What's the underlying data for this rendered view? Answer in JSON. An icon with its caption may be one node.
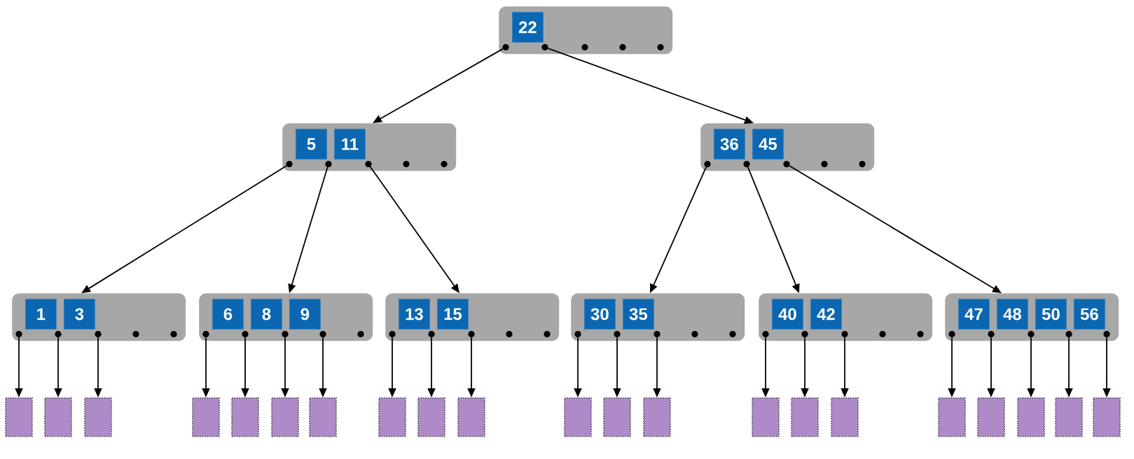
{
  "diagram": {
    "nodes": [
      {
        "text": [],
        "shape": "box"
      },
      {
        "text": [
          "22"
        ],
        "in": 0
      },
      {
        "text": [],
        "shape": "circle",
        "in": 0
      },
      {
        "text": [],
        "shape": "circle",
        "in": 0
      },
      {
        "text": [],
        "shape": "circle",
        "in": 0
      },
      {
        "text": [],
        "shape": "circle",
        "in": 0
      },
      {
        "text": [],
        "shape": "circle",
        "in": 0
      },
      {
        "text": [],
        "shape": "box"
      },
      {
        "text": [
          "5"
        ],
        "in": 7
      },
      {
        "text": [
          "11"
        ],
        "in": 7
      },
      {
        "text": [],
        "shape": "circle",
        "in": 7
      },
      {
        "text": [],
        "shape": "circle",
        "in": 7
      },
      {
        "text": [],
        "shape": "circle",
        "in": 7
      },
      {
        "text": [],
        "shape": "circle",
        "in": 7
      },
      {
        "text": [],
        "shape": "circle",
        "in": 7
      },
      {
        "text": [],
        "shape": "box"
      },
      {
        "text": [
          "36"
        ],
        "in": 15
      },
      {
        "text": [
          "45"
        ],
        "in": 15
      },
      {
        "text": [],
        "shape": "circle",
        "in": 15
      },
      {
        "text": [],
        "shape": "circle",
        "in": 15
      },
      {
        "text": [],
        "shape": "circle",
        "in": 15
      },
      {
        "text": [],
        "shape": "circle",
        "in": 15
      },
      {
        "text": [],
        "shape": "circle",
        "in": 15
      },
      {
        "text": [],
        "shape": "box"
      },
      {
        "text": [
          "1"
        ],
        "in": 23
      },
      {
        "text": [
          "3"
        ],
        "in": 23
      },
      {
        "text": [],
        "shape": "circle",
        "in": 23
      },
      {
        "text": [],
        "shape": "circle",
        "in": 23
      },
      {
        "text": [],
        "shape": "circle",
        "in": 23
      },
      {
        "text": [],
        "shape": "circle",
        "in": 23
      },
      {
        "text": [],
        "shape": "circle",
        "in": 23
      },
      {
        "text": [],
        "shape": "box"
      },
      {
        "text": [
          "6"
        ],
        "in": 31
      },
      {
        "text": [
          "8"
        ],
        "in": 31
      },
      {
        "text": [
          "9"
        ],
        "in": 31
      },
      {
        "text": [],
        "shape": "circle",
        "in": 31
      },
      {
        "text": [],
        "shape": "circle",
        "in": 31
      },
      {
        "text": [],
        "shape": "circle",
        "in": 31
      },
      {
        "text": [],
        "shape": "circle",
        "in": 31
      },
      {
        "text": [],
        "shape": "circle",
        "in": 31
      },
      {
        "text": [],
        "shape": "box"
      },
      {
        "text": [
          "13"
        ],
        "in": 40
      },
      {
        "text": [
          "15"
        ],
        "in": 40
      },
      {
        "text": [],
        "shape": "circle",
        "in": 40
      },
      {
        "text": [],
        "shape": "circle",
        "in": 40
      },
      {
        "text": [],
        "shape": "circle",
        "in": 40
      },
      {
        "text": [],
        "shape": "circle",
        "in": 40
      },
      {
        "text": [],
        "shape": "circle",
        "in": 40
      },
      {
        "text": [],
        "shape": "box"
      },
      {
        "text": [
          "30"
        ],
        "in": 48
      },
      {
        "text": [
          "35"
        ],
        "in": 48
      },
      {
        "text": [],
        "shape": "circle",
        "in": 48
      },
      {
        "text": [],
        "shape": "circle",
        "in": 48
      },
      {
        "text": [],
        "shape": "circle",
        "in": 48
      },
      {
        "text": [],
        "shape": "circle",
        "in": 48
      },
      {
        "text": [],
        "shape": "circle",
        "in": 48
      },
      {
        "text": [],
        "shape": "box"
      },
      {
        "text": [
          "40"
        ],
        "in": 56
      },
      {
        "text": [
          "42"
        ],
        "in": 56
      },
      {
        "text": [],
        "shape": "circle",
        "in": 56
      },
      {
        "text": [],
        "shape": "circle",
        "in": 56
      },
      {
        "text": [],
        "shape": "circle",
        "in": 56
      },
      {
        "text": [],
        "shape": "circle",
        "in": 56
      },
      {
        "text": [],
        "shape": "circle",
        "in": 56
      },
      {
        "text": [],
        "shape": "box"
      },
      {
        "text": [
          "47"
        ],
        "in": 64
      },
      {
        "text": [
          "48"
        ],
        "in": 64
      },
      {
        "text": [
          "50"
        ],
        "in": 64
      },
      {
        "text": [
          "56"
        ],
        "in": 64
      },
      {
        "text": [],
        "shape": "circle",
        "in": 64
      },
      {
        "text": [],
        "shape": "circle",
        "in": 64
      },
      {
        "text": [],
        "shape": "circle",
        "in": 64
      },
      {
        "text": [],
        "shape": "circle",
        "in": 64
      },
      {
        "text": [],
        "shape": "circle",
        "in": 64
      },
      {
        "text": [],
        "shape": "box"
      },
      {
        "text": [],
        "shape": "box"
      },
      {
        "text": [],
        "shape": "box"
      },
      {
        "text": [],
        "shape": "box"
      },
      {
        "text": [],
        "shape": "box"
      },
      {
        "text": [],
        "shape": "box"
      },
      {
        "text": [],
        "shape": "box"
      },
      {
        "text": [],
        "shape": "box"
      },
      {
        "text": [],
        "shape": "box"
      },
      {
        "text": [],
        "shape": "box"
      },
      {
        "text": [],
        "shape": "box"
      },
      {
        "text": [],
        "shape": "box"
      },
      {
        "text": [],
        "shape": "box"
      },
      {
        "text": [],
        "shape": "box"
      },
      {
        "text": [],
        "shape": "box"
      },
      {
        "text": [],
        "shape": "box"
      },
      {
        "text": [],
        "shape": "box"
      },
      {
        "text": [],
        "shape": "box"
      },
      {
        "text": [],
        "shape": "box"
      },
      {
        "text": [],
        "shape": "box"
      },
      {
        "text": [],
        "shape": "box"
      }
    ],
    "edges": [
      {
        "from": 2,
        "to": 7,
        "arrow": "to"
      },
      {
        "from": 3,
        "to": 15,
        "arrow": "to"
      },
      {
        "from": 10,
        "to": 23,
        "arrow": "to"
      },
      {
        "from": 11,
        "to": 31,
        "arrow": "to"
      },
      {
        "from": 12,
        "to": 40,
        "arrow": "to"
      },
      {
        "from": 18,
        "to": 48,
        "arrow": "to"
      },
      {
        "from": 19,
        "to": 56,
        "arrow": "to"
      },
      {
        "from": 20,
        "to": 64,
        "arrow": "to"
      },
      {
        "from": 26,
        "to": 74,
        "arrow": "to"
      },
      {
        "from": 27,
        "to": 75,
        "arrow": "to"
      },
      {
        "from": 28,
        "to": 76,
        "arrow": "to"
      },
      {
        "from": 35,
        "to": 77,
        "arrow": "to"
      },
      {
        "from": 36,
        "to": 78,
        "arrow": "to"
      },
      {
        "from": 37,
        "to": 79,
        "arrow": "to"
      },
      {
        "from": 38,
        "to": 80,
        "arrow": "to"
      },
      {
        "from": 43,
        "to": 81,
        "arrow": "to"
      },
      {
        "from": 44,
        "to": 82,
        "arrow": "to"
      },
      {
        "from": 45,
        "to": 83,
        "arrow": "to"
      },
      {
        "from": 51,
        "to": 84,
        "arrow": "to"
      },
      {
        "from": 52,
        "to": 85,
        "arrow": "to"
      },
      {
        "from": 53,
        "to": 86,
        "arrow": "to"
      },
      {
        "from": 59,
        "to": 87,
        "arrow": "to"
      },
      {
        "from": 60,
        "to": 88,
        "arrow": "to"
      },
      {
        "from": 61,
        "to": 89,
        "arrow": "to"
      },
      {
        "from": 69,
        "to": 90,
        "arrow": "to"
      },
      {
        "from": 70,
        "to": 91,
        "arrow": "to"
      },
      {
        "from": 71,
        "to": 92,
        "arrow": "to"
      },
      {
        "from": 72,
        "to": 93,
        "arrow": "to"
      },
      {
        "from": 73,
        "to": 94,
        "arrow": "to"
      }
    ]
  }
}
